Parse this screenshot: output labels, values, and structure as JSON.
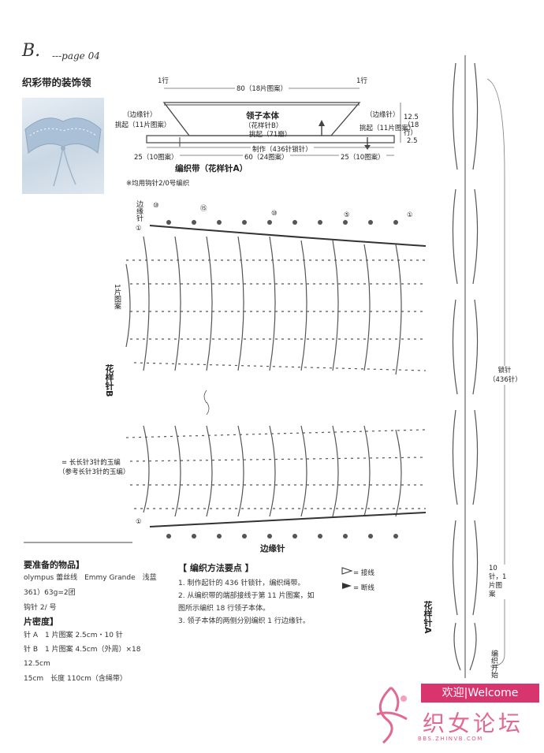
{
  "header": {
    "letter": "B.",
    "page": "---page 04"
  },
  "title": "织彩带的装饰领",
  "schematic": {
    "top_width": "80（18片图案）",
    "row1_left": "1行",
    "row1_right": "1行",
    "collar_body": "领子本体",
    "collar_pattern": "（花样针B）",
    "pick_up_center": "挑起（71瓣）",
    "edge_left": "（边缘针）",
    "pick_left": "挑起（11片图案）",
    "edge_right": "（边缘针）",
    "pick_right": "挑起（11片图案）",
    "height_total": "12.5（18行）",
    "height_band": "2.5",
    "foundation": "制作（436针锁针）",
    "bottom_center": "60（24图案）",
    "bottom_left": "25（10图案）",
    "bottom_right": "25（10图案）",
    "band_label": "编织带（花样针A）",
    "hook_note": "※均用钩针2/0号编织"
  },
  "chart_labels": {
    "edge_stitch_left": "边缘针",
    "row1_mark_top": "①",
    "row_marks_top": [
      "⑩",
      "⑮",
      "⑩",
      "⑤",
      "①"
    ],
    "one_repeat": "1片图案",
    "pattern_b": "花样针B",
    "puff_legend_1": "= 长长针3针的玉编",
    "puff_legend_2": "（参考长针3针的玉编）",
    "row1_mark_bottom": "①",
    "edge_stitch_bottom": "边缘针",
    "chain_total": "锁针（436针）",
    "ten_stitch_repeat": "10针，1片图案",
    "pattern_a": "花样针A",
    "start_knit": "编织开始"
  },
  "materials": {
    "heading": "要准备的物品】",
    "yarn": "olympus 蕾丝线　Emmy Grande　浅蓝",
    "yarn_amount": "361）63g=2团",
    "hook": "钩针 2/ 号"
  },
  "gauge": {
    "heading": "片密度】",
    "pattern_a": "针 A　1 片图案 2.5cm・10 针",
    "pattern_b": "针 B　1 片图案 4.5cm（外周）×18",
    "pattern_b_cont": "12.5cm",
    "size": "15cm　长度 110cm（含绳带）"
  },
  "method": {
    "heading": "【 编织方法要点 】",
    "steps": [
      "1. 制作起针的 436 针锁针，编织绳带。",
      "2. 从编织带的端部接线于第 11 片图案，如",
      "图所示编织 18 行领子本体。",
      "3. 领子本体的两侧分别编织 1 行边缘针。"
    ]
  },
  "legend": {
    "join": "= 接线",
    "cut": "= 断线"
  },
  "watermark": {
    "welcome": "欢迎|Welcome",
    "name": "织女论坛",
    "url": "BBS.ZHINVB.COM"
  },
  "colors": {
    "ink": "#222222",
    "line": "#555555",
    "watermark": "#d8356e"
  }
}
